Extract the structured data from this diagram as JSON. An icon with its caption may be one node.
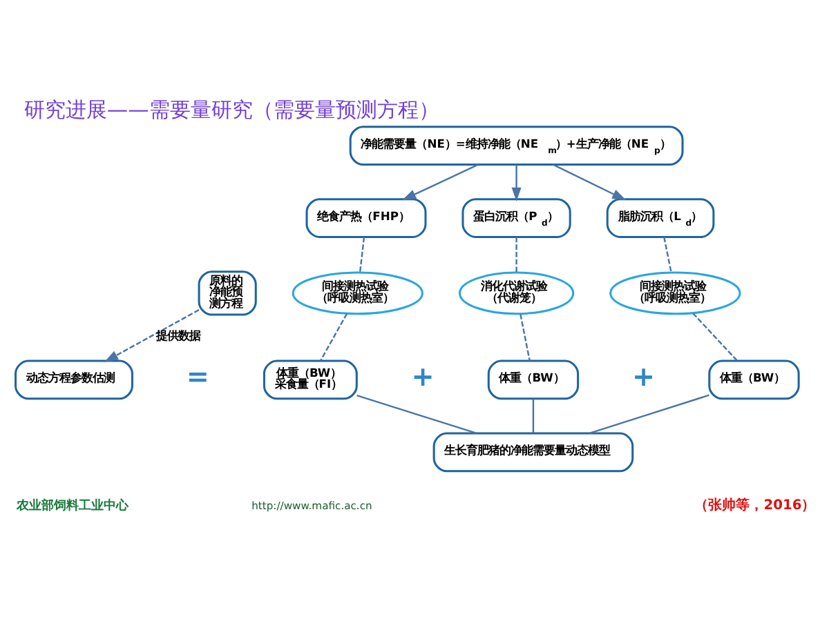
{
  "diagram": {
    "title": "研究进展——需要量研究（需要量预测方程）",
    "nodes": [
      {
        "text": [
          "净能需要量（NE）=维持净能（NE$_{m}$）+生产净能（NE$_{p}$）"
        ]
      },
      {
        "text": [
          "绝食产热（FHP）"
        ]
      },
      {
        "text": [
          "蛋白沉积（P$_{d}$）"
        ]
      },
      {
        "text": [
          "脂肪沉积（L$_{d}$）"
        ]
      },
      {
        "text": [
          "原料的净能预测方程"
        ]
      },
      {
        "text": [
          "间接测热试验（呼吸测热室）"
        ]
      },
      {
        "text": [
          "消化代谢试验（代谢笼）"
        ]
      },
      {
        "text": [
          "间接测热试验（呼吸测热室）"
        ]
      },
      {
        "text": [
          "动态方程参数估测"
        ]
      },
      {
        "text": [
          "体重（BW）采食量（FI）"
        ]
      },
      {
        "text": [
          "体重（BW）"
        ]
      },
      {
        "text": [
          "体重（BW）"
        ]
      },
      {
        "text": [
          "生长育肥猪的净能需要量动态模型"
        ]
      }
    ],
    "edges": [
      {
        "from": 0,
        "to": 1,
        "arrow": "to"
      },
      {
        "from": 0,
        "to": 2,
        "arrow": "to"
      },
      {
        "from": 0,
        "to": 3,
        "arrow": "to"
      },
      {
        "from": 1,
        "to": 5,
        "arrow": "none",
        "style": "dashed"
      },
      {
        "from": 2,
        "to": 6,
        "arrow": "none",
        "style": "dashed"
      },
      {
        "from": 3,
        "to": 7,
        "arrow": "none",
        "style": "dashed"
      },
      {
        "from": 4,
        "to": 8,
        "arrow": "to",
        "style": "dashed",
        "label": "提供数据"
      },
      {
        "from": 5,
        "to": 9,
        "arrow": "none",
        "style": "dashed"
      },
      {
        "from": 6,
        "to": 10,
        "arrow": "none",
        "style": "dashed"
      },
      {
        "from": 7,
        "to": 11,
        "arrow": "none",
        "style": "dashed"
      },
      {
        "from": 9,
        "to": 12,
        "arrow": "none"
      },
      {
        "from": 10,
        "to": 12,
        "arrow": "none"
      },
      {
        "from": 11,
        "to": 12,
        "arrow": "none"
      }
    ],
    "labels": [
      "=",
      "+",
      "+",
      "（张帅等，2016）",
      "农业部饲料工业中心",
      "http://www.mafic.ac.cn"
    ]
  }
}
